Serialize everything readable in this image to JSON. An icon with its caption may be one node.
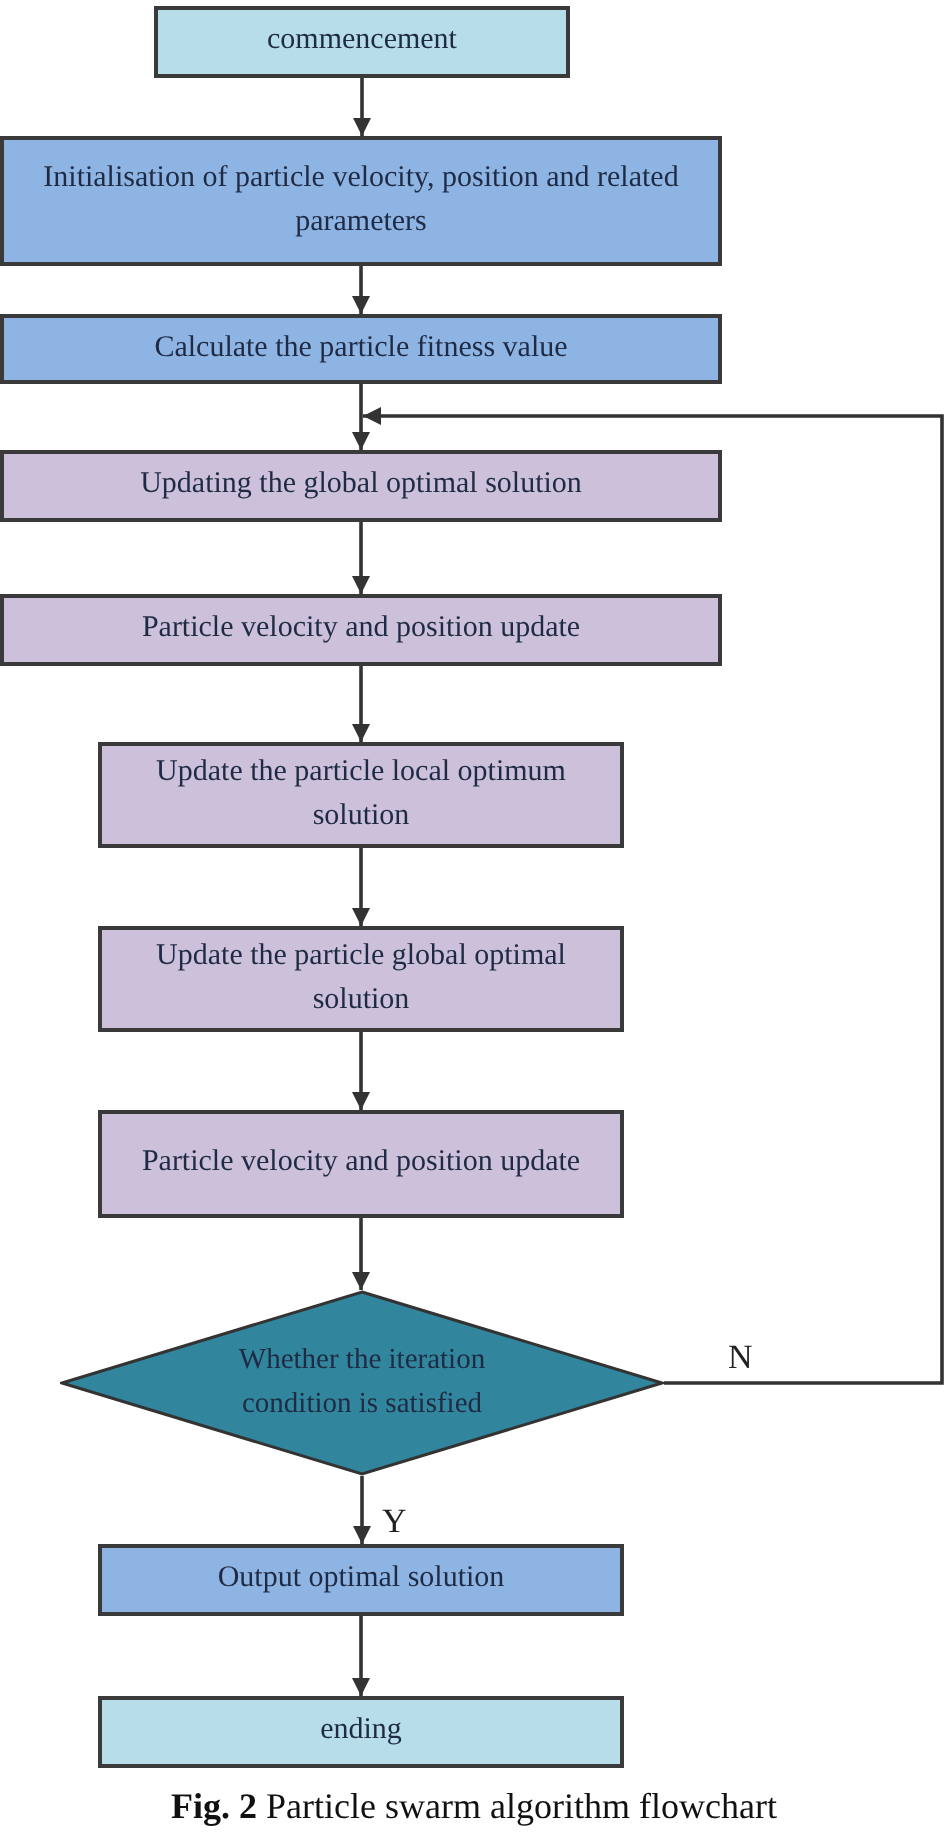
{
  "diagram": {
    "caption": "**Fig. 2** Particle swarm algorithm flowchart",
    "nodes": [
      {
        "text": [
          "commencement"
        ]
      },
      {
        "text": [
          "Initialisation of particle velocity, position and related parameters"
        ]
      },
      {
        "text": [
          "Calculate the particle fitness value"
        ]
      },
      {
        "text": [
          "Updating the global optimal solution"
        ]
      },
      {
        "text": [
          "Particle velocity and position update"
        ]
      },
      {
        "text": [
          "Update the particle local optimum solution"
        ]
      },
      {
        "text": [
          "Update the particle global optimal solution"
        ]
      },
      {
        "text": [
          "Particle velocity and position update"
        ]
      },
      {
        "text": [
          "Whether the iteration condition is satisfied"
        ]
      },
      {
        "text": [
          "Output optimal solution"
        ]
      },
      {
        "text": [
          "ending"
        ]
      }
    ],
    "edges": [
      {
        "from": 0,
        "to": 1,
        "arrow": "to"
      },
      {
        "from": 1,
        "to": 2,
        "arrow": "to"
      },
      {
        "from": 2,
        "to": 3,
        "arrow": "to"
      },
      {
        "from": 3,
        "to": 4,
        "arrow": "to"
      },
      {
        "from": 4,
        "to": 5,
        "arrow": "to"
      },
      {
        "from": 5,
        "to": 6,
        "arrow": "to"
      },
      {
        "from": 6,
        "to": 7,
        "arrow": "to"
      },
      {
        "from": 7,
        "to": 8,
        "arrow": "to"
      },
      {
        "from": 8,
        "to": 9,
        "arrow": "to",
        "label": "Y"
      },
      {
        "from": 9,
        "to": 10,
        "arrow": "to"
      },
      {
        "from": 8,
        "to": 3,
        "arrow": "to",
        "label": "N"
      }
    ]
  }
}
